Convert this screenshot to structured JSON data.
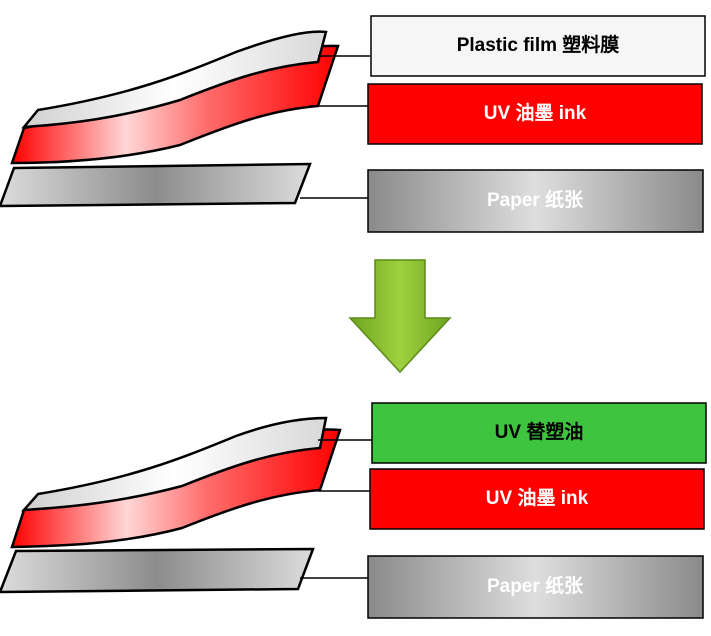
{
  "top_stack": {
    "film_label": "Plastic film 塑料膜",
    "ink_label": "UV 油墨 ink",
    "paper_label": "Paper 纸张"
  },
  "bottom_stack": {
    "coating_label": "UV 替塑油",
    "ink_label": "UV 油墨 ink",
    "paper_label": "Paper 纸张"
  },
  "colors": {
    "film": "#f5f5f5",
    "ink": "#ff0000",
    "coating": "#3ec43e",
    "paper": "#a8a8a8",
    "arrow": "#7cb228",
    "border": "#000000"
  },
  "icons": {
    "arrow": "down-arrow-icon"
  }
}
